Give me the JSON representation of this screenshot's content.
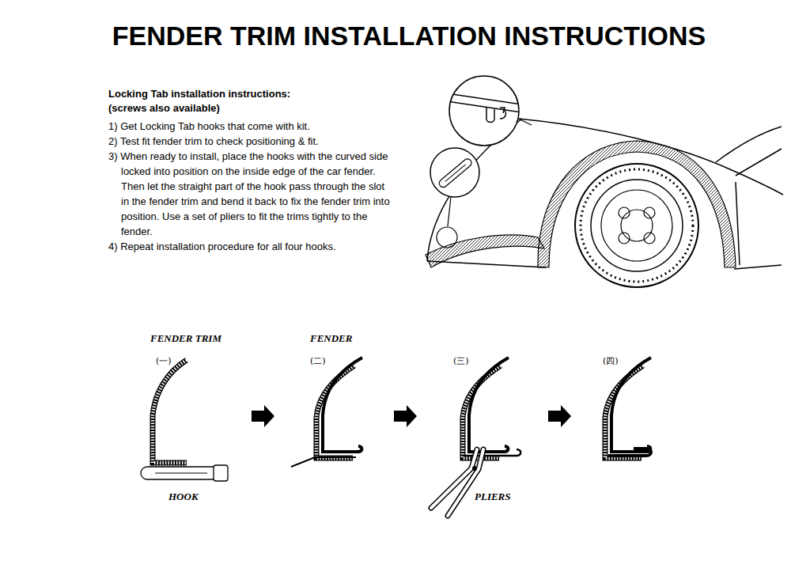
{
  "diagram": {
    "title": "FENDER TRIM INSTALLATION INSTRUCTIONS",
    "labels": [
      "Locking Tab installation instructions:",
      "(screws also available)",
      "1) Get Locking Tab hooks that come with kit.",
      "2) Test fit fender trim to check positioning & fit.",
      "3) When ready to install, place the hooks with the curved side locked into position on the inside edge of the car fender. Then let the straight part of the hook pass through the slot in the fender trim and bend it back to fix the fender trim into position. Use a set of pliers to fit the trims tightly to the fender.",
      "4) Repeat installation procedure for all four hooks.",
      "FENDER TRIM",
      "(一)",
      "HOOK",
      "FENDER",
      "(二)",
      "(三)",
      "PLIERS",
      "(四)"
    ]
  }
}
